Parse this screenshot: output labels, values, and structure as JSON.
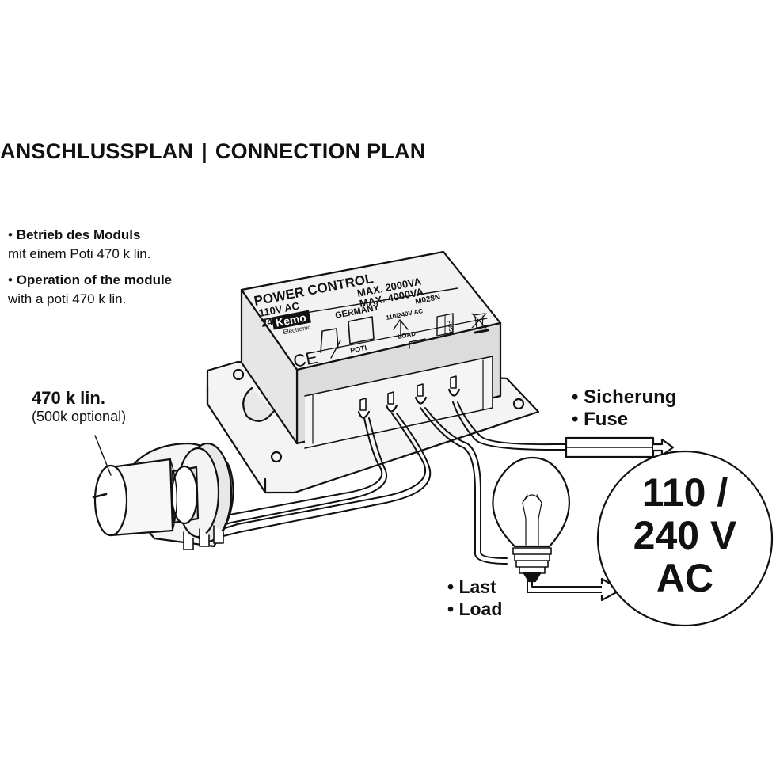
{
  "heading": {
    "german": "ANSCHLUSSPLAN",
    "separator": "|",
    "english": "CONNECTION PLAN"
  },
  "notes": [
    {
      "bullet": "•",
      "bold": "Betrieb des Moduls",
      "text": "mit einem Poti 470 k lin."
    },
    {
      "bullet": "•",
      "bold": "Operation of the module",
      "text": "with a poti 470 k lin."
    }
  ],
  "potentiometer": {
    "label": "470 k lin.",
    "sublabel": "(500k optional)"
  },
  "module": {
    "title": "POWER CONTROL",
    "v110": "110V AC",
    "v240": "240V AC",
    "max1": "MAX. 2000VA",
    "max2": "MAX. 4000VA",
    "brand": "Kemo",
    "brand_sub": "Electronic",
    "origin": "GERMANY",
    "model": "M028N",
    "ce": "CE",
    "poti": "POTI",
    "supply": "110/240V AC",
    "load": "LOAD",
    "fuse": "FUSE"
  },
  "fuse": {
    "bullet": "•",
    "de": "Sicherung",
    "en": "Fuse"
  },
  "load": {
    "bullet": "•",
    "de": "Last",
    "en": "Load"
  },
  "supply": {
    "line1": "110 /",
    "line2": "240 V",
    "line3": "AC"
  },
  "colors": {
    "ink": "#111111",
    "module_fill": "#f2f2f2",
    "module_side": "#d9d9d9",
    "background": "#ffffff"
  }
}
